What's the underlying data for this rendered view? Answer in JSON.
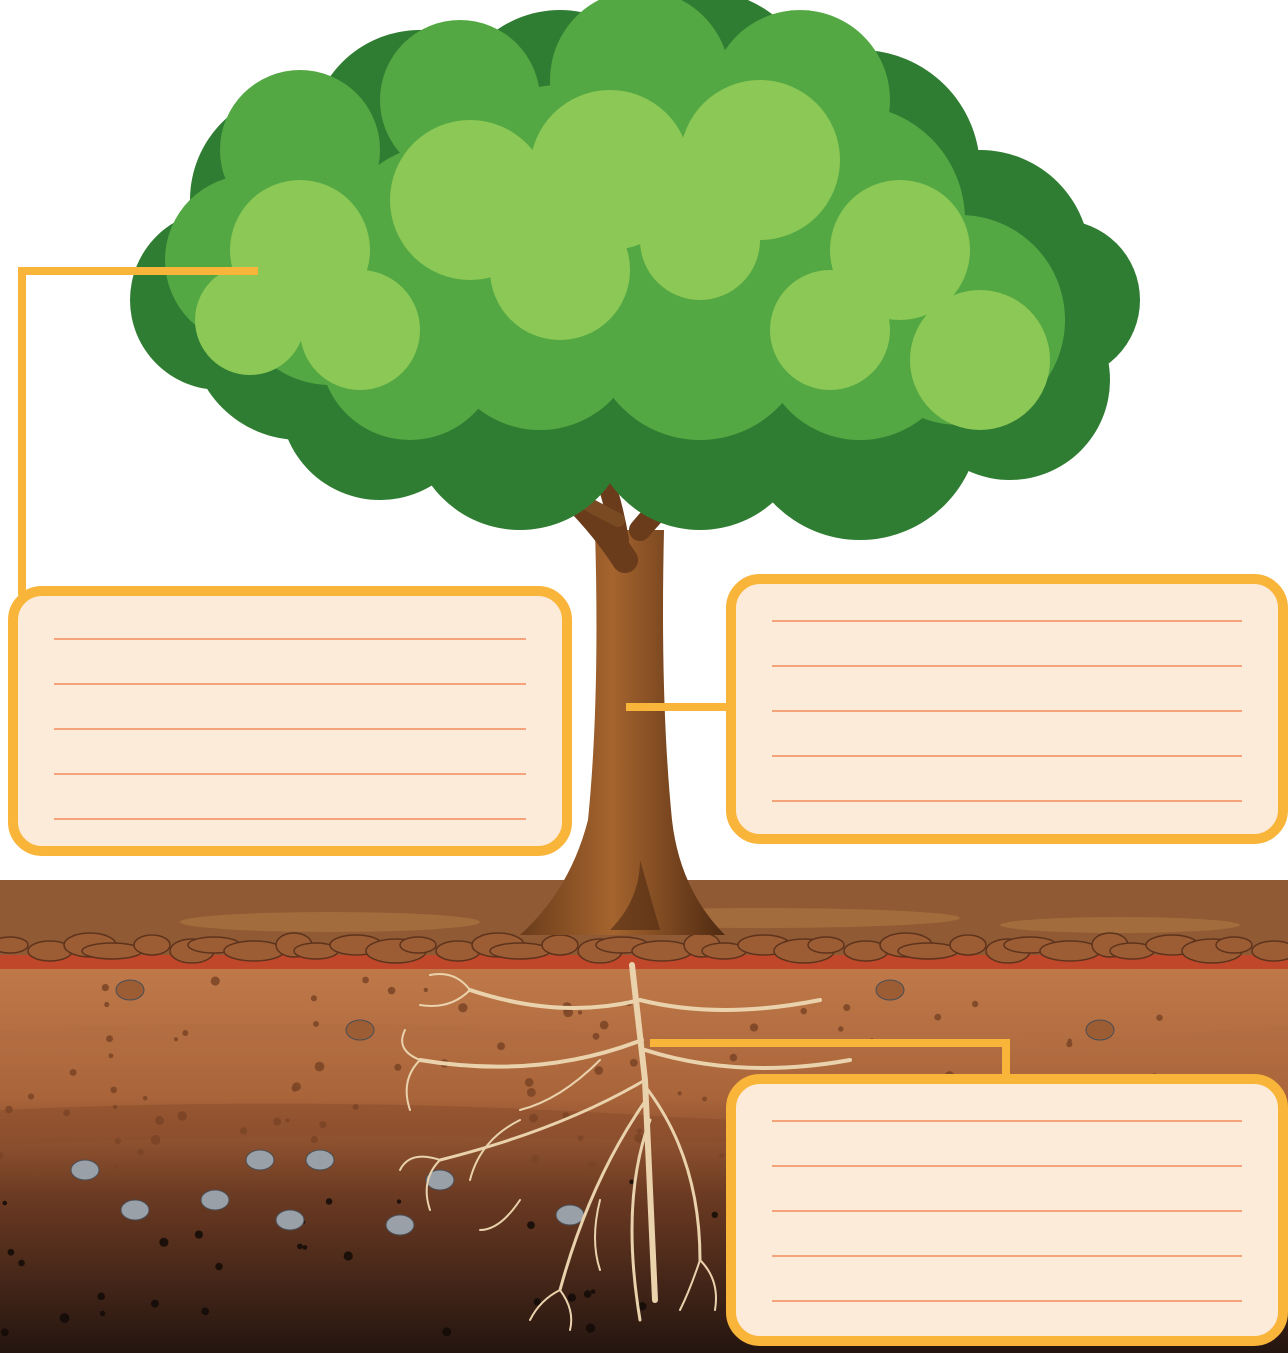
{
  "diagram": {
    "subject": "tree-parts-worksheet",
    "colors": {
      "label_border": "#f9b43a",
      "label_fill": "#fdebd9",
      "writing_line": "#f4a37a",
      "leaf_dark": "#2f7d32",
      "leaf_mid": "#54a843",
      "leaf_light": "#8cc856",
      "trunk": "#7a4a22",
      "topsoil": "#8f5a34",
      "soil_mid": "#b87446",
      "soil_deep": "#2e1b12",
      "roots": "#e9d2ac"
    },
    "labels": [
      {
        "id": "leaves-label",
        "text": "",
        "lines": 5
      },
      {
        "id": "trunk-label",
        "text": "",
        "lines": 5
      },
      {
        "id": "roots-label",
        "text": "",
        "lines": 5
      }
    ]
  }
}
